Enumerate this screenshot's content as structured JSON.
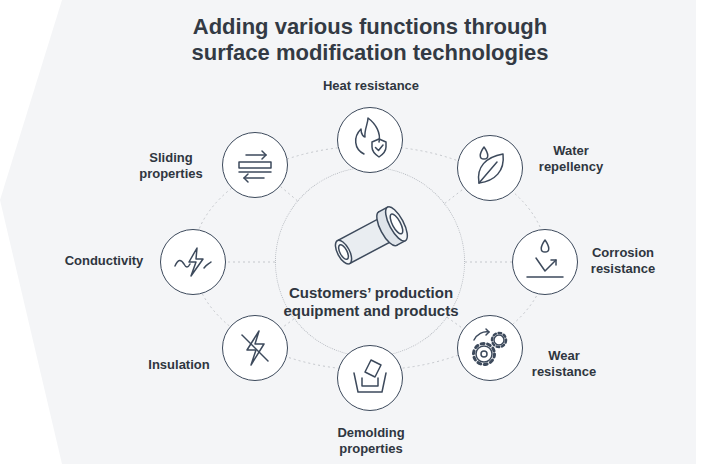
{
  "diagram": {
    "title": "Adding various functions through surface modification technologies",
    "nodes": [
      {
        "text": [
          "Customers’ production equipment and products"
        ]
      },
      {
        "text": [
          "Heat resistance"
        ]
      },
      {
        "text": [
          "Water repellency"
        ]
      },
      {
        "text": [
          "Corrosion resistance"
        ]
      },
      {
        "text": [
          "Wear resistance"
        ]
      },
      {
        "text": [
          "Demolding properties"
        ]
      },
      {
        "text": [
          "Insulation"
        ]
      },
      {
        "text": [
          "Conductivity"
        ]
      },
      {
        "text": [
          "Sliding properties"
        ]
      }
    ],
    "edges": [
      {
        "from": 0,
        "to": 1,
        "arrow": "none"
      },
      {
        "from": 0,
        "to": 2,
        "arrow": "none"
      },
      {
        "from": 0,
        "to": 3,
        "arrow": "none"
      },
      {
        "from": 0,
        "to": 4,
        "arrow": "none"
      },
      {
        "from": 0,
        "to": 5,
        "arrow": "none"
      },
      {
        "from": 0,
        "to": 6,
        "arrow": "none"
      },
      {
        "from": 0,
        "to": 7,
        "arrow": "none"
      },
      {
        "from": 0,
        "to": 8,
        "arrow": "none"
      }
    ]
  }
}
